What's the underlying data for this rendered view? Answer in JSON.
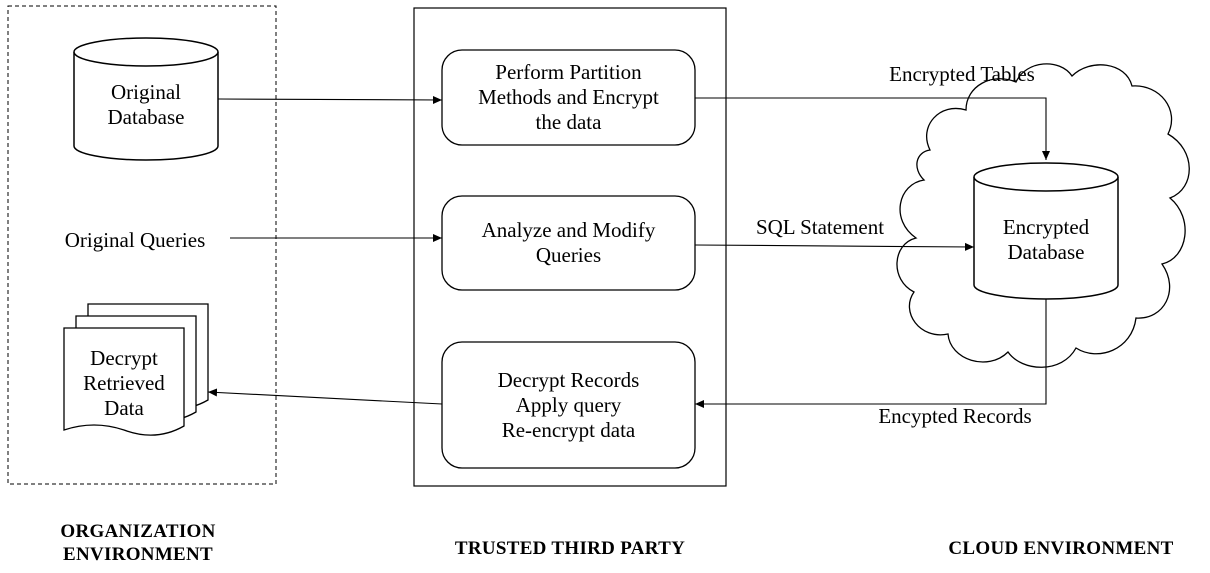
{
  "organization": {
    "database_label": "Original\nDatabase",
    "queries_label": "Original  Queries",
    "decrypt_label": "Decrypt\nRetrieved\nData",
    "caption": "ORGANIZATION\nENVIRONMENT"
  },
  "trusted_party": {
    "partition_label": "Perform Partition\nMethods and Encrypt\nthe data",
    "analyze_label": "Analyze and Modify\nQueries",
    "decrypt_records_label": "Decrypt Records\nApply query\nRe-encrypt data",
    "caption": "TRUSTED  THIRD  PARTY"
  },
  "cloud": {
    "database_label": "Encrypted\nDatabase",
    "caption": "CLOUD ENVIRONMENT"
  },
  "edges": {
    "encrypted_tables": "Encrypted Tables",
    "sql_statement": "SQL  Statement",
    "encrypted_records": "Encypted Records"
  }
}
